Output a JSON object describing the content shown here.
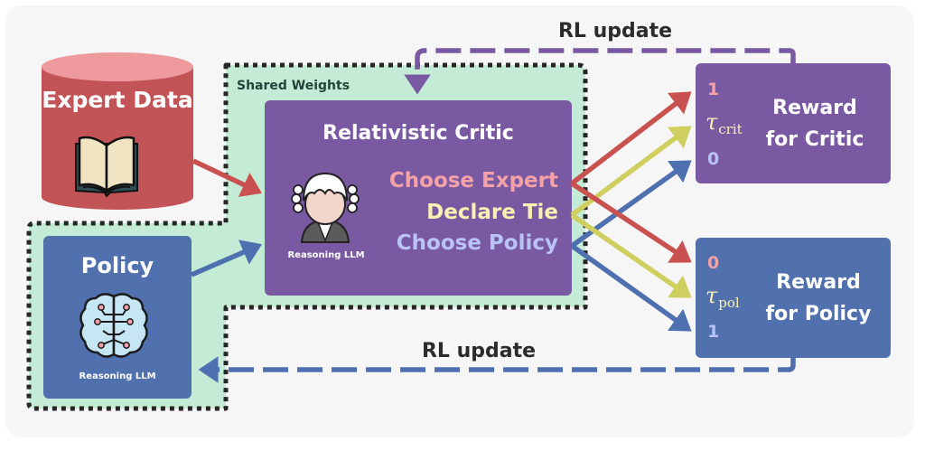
{
  "colors": {
    "panel_bg": "#f6f6f6",
    "shared_bg": "#c3ebd6",
    "critic_purple": "#7a59a3",
    "policy_blue": "#5070ae",
    "expert_red": "#c25457",
    "expert_red_top": "#ee9a9c",
    "arrow_red": "#c9514f",
    "arrow_yellow": "#cfcf5f",
    "arrow_blue": "#4e6fb0",
    "text_pink": "#f4a2a6",
    "text_cream": "#fbf0b3",
    "text_lavender": "#b9c4f6",
    "dark_text": "#2b2b2b"
  },
  "expert_data": {
    "title": "Expert Data",
    "icon": "open-book-icon"
  },
  "shared_weights": {
    "label": "Shared Weights"
  },
  "critic": {
    "title": "Relativistic Critic",
    "icon": "judge-icon",
    "icon_caption": "Reasoning LLM",
    "choices": [
      {
        "label": "Choose Expert",
        "color": "#f4a2a6"
      },
      {
        "label": "Declare Tie",
        "color": "#fbf0b3"
      },
      {
        "label": "Choose Policy",
        "color": "#b9c4f6"
      }
    ]
  },
  "policy": {
    "title": "Policy",
    "icon": "brain-icon",
    "icon_caption": "Reasoning LLM"
  },
  "reward_critic": {
    "title_line1": "Reward",
    "title_line2": "for Critic",
    "values": [
      {
        "text": "1",
        "color": "#f4a2a6"
      },
      {
        "symbol": "τ",
        "subscript": "crit",
        "color": "#fbf0b3"
      },
      {
        "text": "0",
        "color": "#b9c4f6"
      }
    ]
  },
  "reward_policy": {
    "title_line1": "Reward",
    "title_line2": "for Policy",
    "values": [
      {
        "text": "0",
        "color": "#f4a2a6"
      },
      {
        "symbol": "τ",
        "subscript": "pol",
        "color": "#fbf0b3"
      },
      {
        "text": "1",
        "color": "#b9c4f6"
      }
    ]
  },
  "rl_update_top": {
    "label": "RL update"
  },
  "rl_update_bottom": {
    "label": "RL update"
  }
}
